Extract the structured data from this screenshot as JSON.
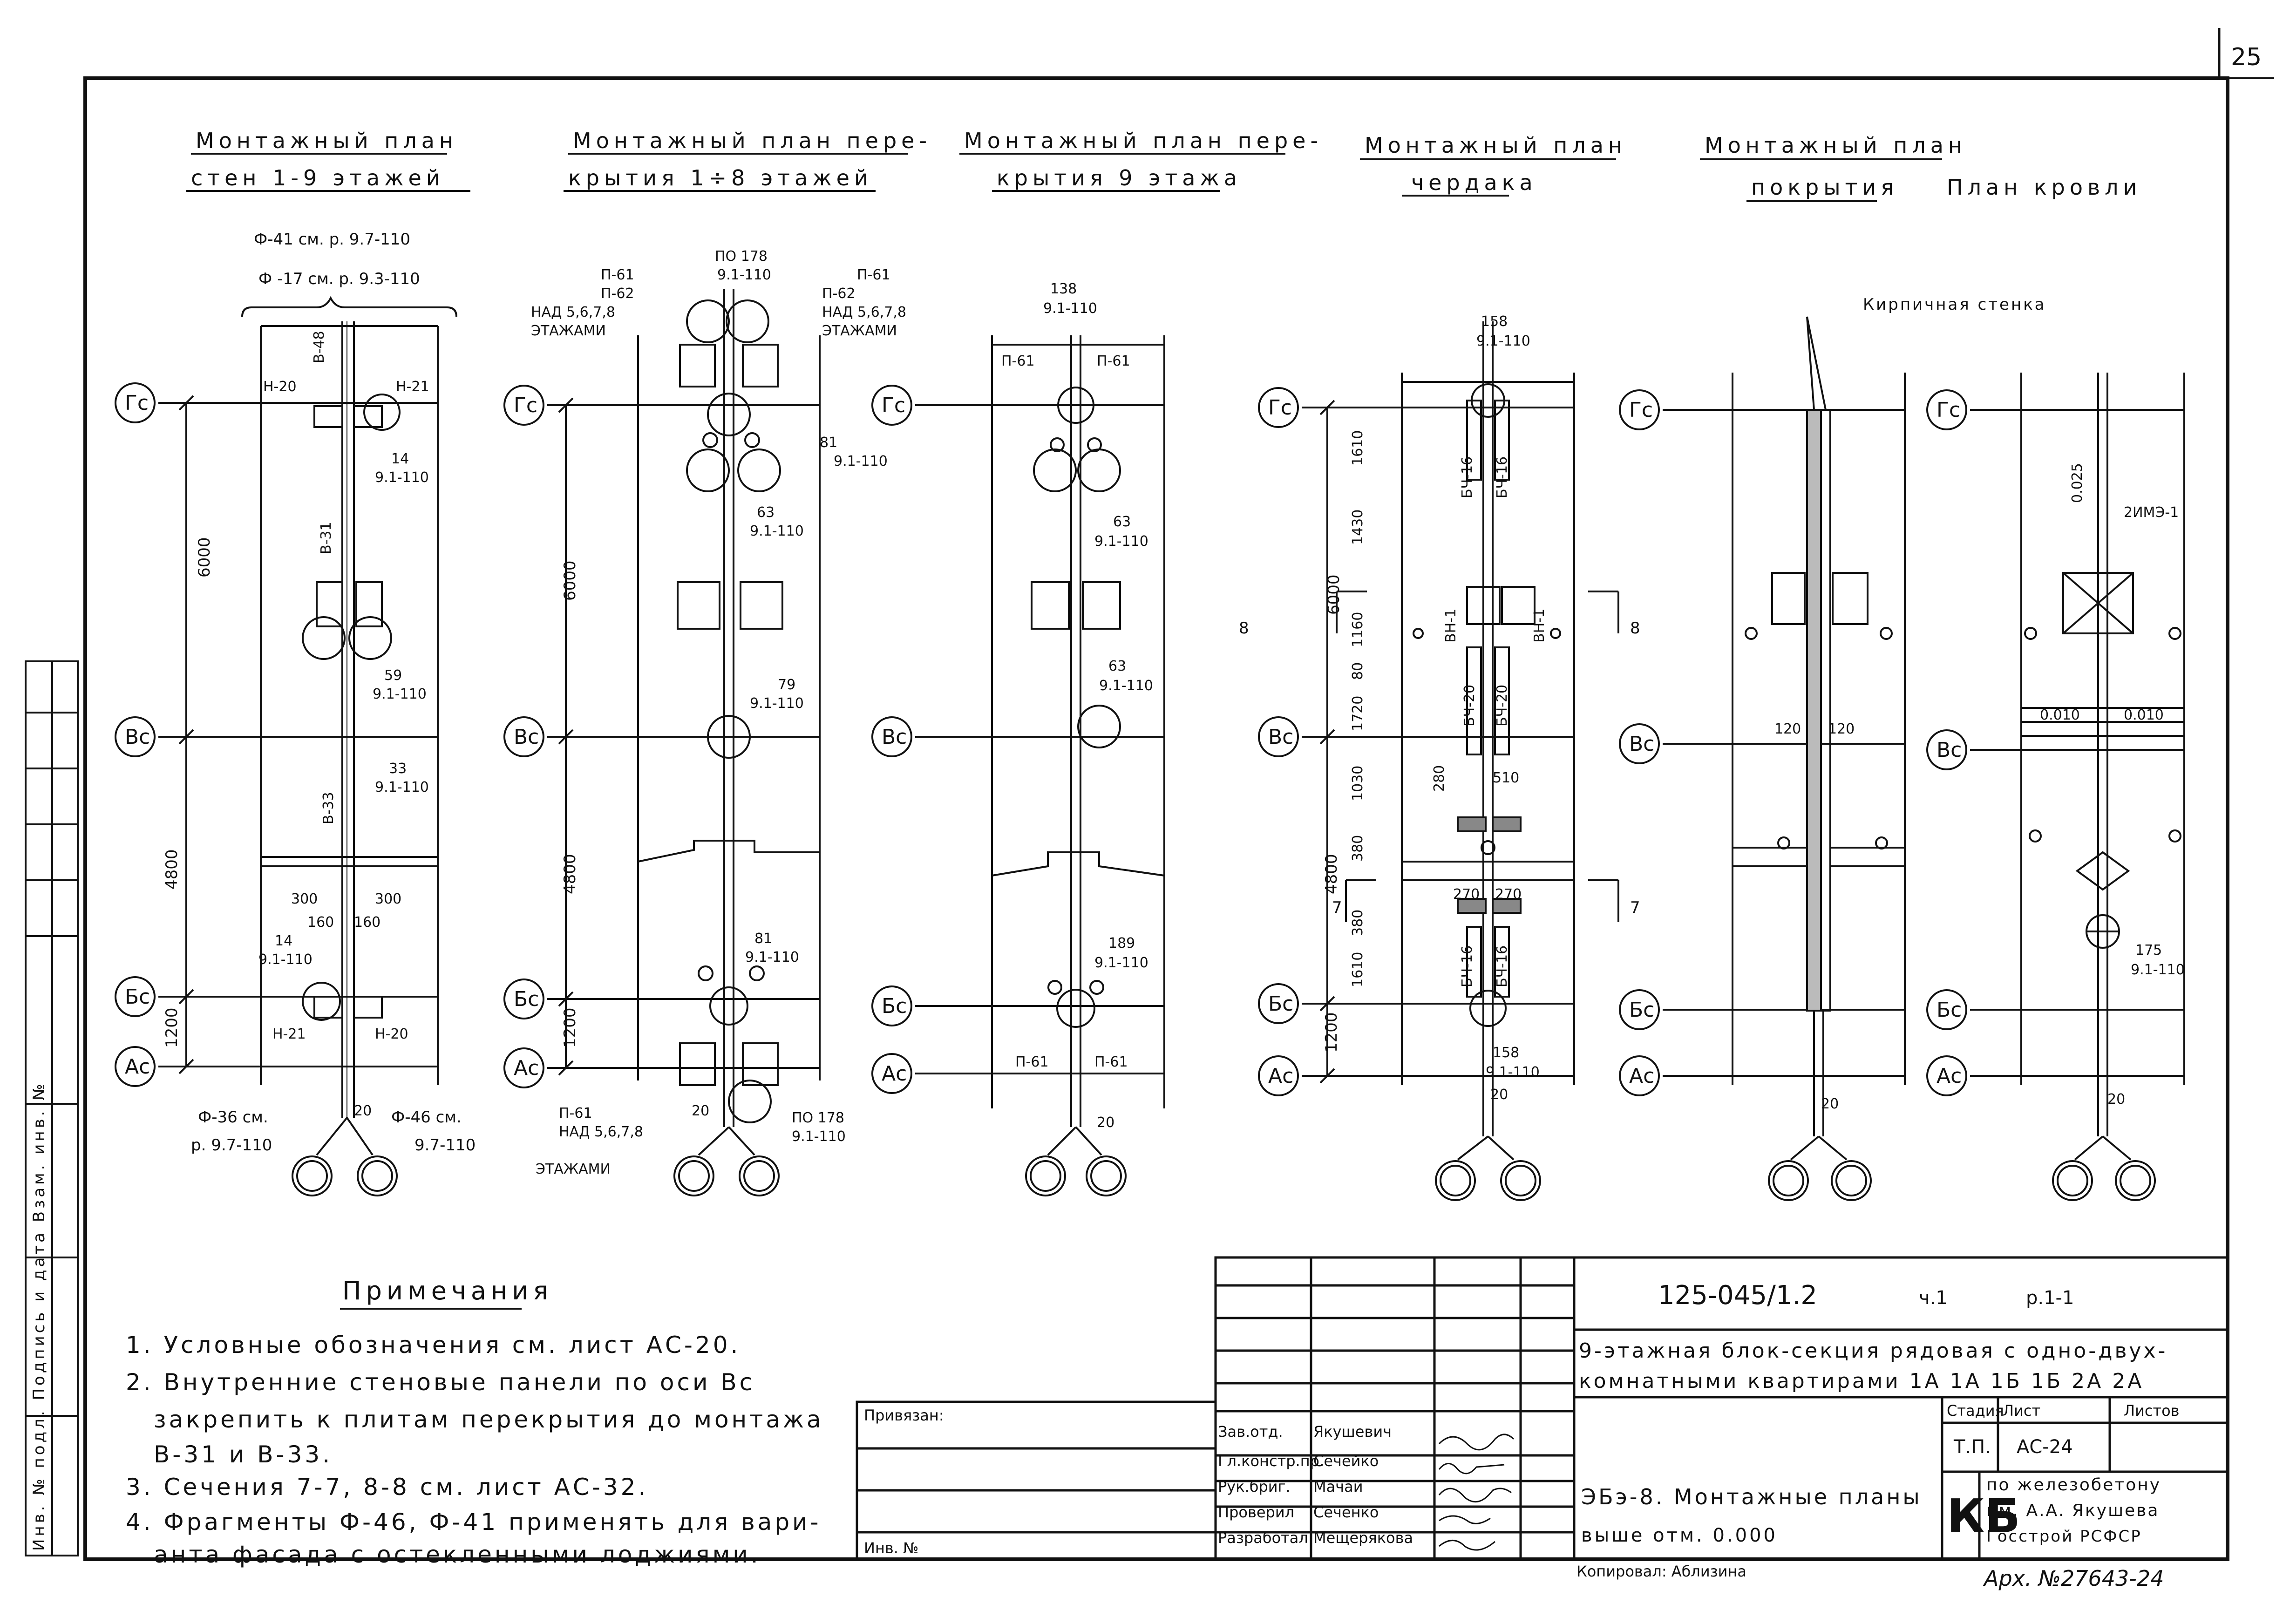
{
  "page_number": "25",
  "plan_titles": [
    {
      "line1": "Монтажный план",
      "line2": "стен 1-9 этажей"
    },
    {
      "line1": "Монтажный план пере-",
      "line2": "крытия 1÷8 этажей"
    },
    {
      "line1": "Монтажный план пере-",
      "line2": "крытия 9 этажа"
    },
    {
      "line1": "Монтажный план",
      "line2": "чердака"
    },
    {
      "line1": "Монтажный план",
      "line2": "покрытия"
    },
    {
      "line1": "План кровли",
      "line2": ""
    }
  ],
  "axes": [
    "Гс",
    "Вс",
    "Бс",
    "Ас"
  ],
  "dims": {
    "d6000": "6000",
    "d4800": "4800",
    "d1200": "1200",
    "d20": "20",
    "d1610": "1610",
    "d1430": "1430",
    "d1160": "1160",
    "d80": "80",
    "d1720": "1720",
    "d1030": "1030",
    "d380": "380",
    "d1610b": "1610",
    "d300": "300",
    "d160": "160",
    "d510": "510",
    "d280": "280",
    "d270": "270",
    "d120": "120"
  },
  "plan1": {
    "f41": "Ф-41 см. р. 9.7-110",
    "f17": "Ф -17 см. р. 9.3-110",
    "n20": "Н-20",
    "n21": "Н-21",
    "v48": "В-48",
    "v31": "В-31",
    "v33": "В-33",
    "n14": "14",
    "r14": "9.1-110",
    "n59": "59",
    "r59": "9.1-110",
    "n33": "33",
    "r33": "9.1-110",
    "f36a": "Ф-36 см.",
    "f36b": "р. 9.7-110",
    "f46a": "Ф-46 см.",
    "f46b": "9.7-110"
  },
  "plan2": {
    "p61": "П-61",
    "p62": "П-62",
    "nad": "НАД 5,6,7,8",
    "etazh": "ЭТАЖАМИ",
    "po178": "ПО 178",
    "r": "9.1-110",
    "n81": "81",
    "n63": "63",
    "n79": "79"
  },
  "plan3": {
    "n138": "138",
    "n63": "63",
    "n189": "189",
    "r": "9.1-110",
    "p61": "П-61"
  },
  "plan4": {
    "n158": "158",
    "r": "9.1-110",
    "bch16": "БЧ-16",
    "bch20": "БЧ-20",
    "vn1": "ВН-1",
    "cut8": "8",
    "cut7": "7"
  },
  "plan5": {
    "brick": "Кирпичная стенка"
  },
  "plan6": {
    "slope": "0.025",
    "sl010": "0.010",
    "mark": "2ИМЭ-1",
    "n175": "175",
    "r": "9.1-110"
  },
  "notes": {
    "title": "Примечания",
    "items": [
      "1. Условные обозначения см. лист АС-20.",
      "2. Внутренние стеновые панели по оси Вс",
      "закрепить к плитам перекрытия до монтажа",
      "В-31 и В-33.",
      "3. Сечения 7-7, 8-8 см. лист АС-32.",
      "4. Фрагменты Ф-46, Ф-41 применять для вари-",
      "анта фасада с остекленными лоджиями."
    ]
  },
  "title_block": {
    "doc_code": "125-045/1.2",
    "part": "ч.1",
    "release": "р.1-1",
    "desc1": "9-этажная блок-секция рядовая с одно-двух-",
    "desc2": "комнатными квартирами 1А 1А 1Б 1Б 2А 2А",
    "privyazan": "Привязан:",
    "inv": "Инв. №",
    "roles": [
      "Зав.отд.",
      "Гл.констр.пр.",
      "Рук.бриг.",
      "Проверил",
      "Разработал"
    ],
    "names": [
      "Якушевич",
      "Сечейко",
      "Мачай",
      "Сеченко",
      "Мещерякова"
    ],
    "stage_h": "Стадия",
    "sheet_h": "Лист",
    "sheets_h": "Листов",
    "stage": "Т.П.",
    "sheet": "АС-24",
    "sheets": "",
    "sheet_title1": "ЭБэ-8. Монтажные планы",
    "sheet_title2": "выше отм. 0.000",
    "org_kb": "КБ",
    "org1": "по железобетону",
    "org2": "им. А.А. Якушева",
    "org3": "Госстрой РСФСР",
    "copied": "Копировал: Аблизина",
    "archive": "Арх. №27643-24"
  },
  "stamp_left": "Инв. № подл.   Подпись и дата   Взам. инв. №"
}
